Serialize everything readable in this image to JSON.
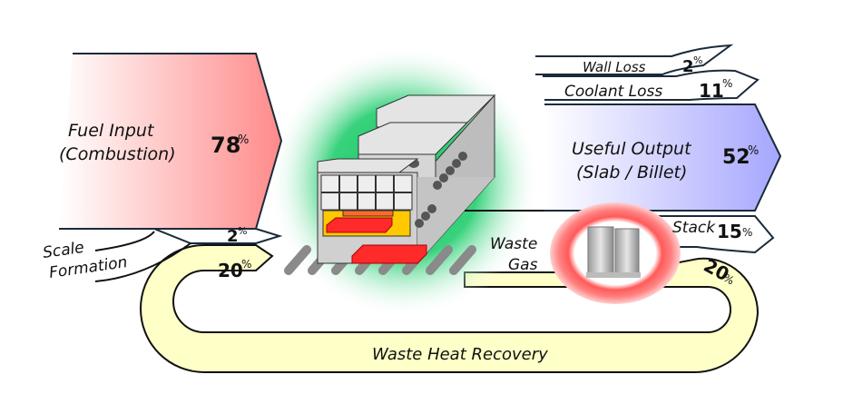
{
  "diagram": {
    "type": "energy-flow",
    "inputs": [
      {
        "id": "fuel",
        "label_line1": "Fuel Input",
        "label_line2": "Combustion",
        "value": "78",
        "unit": "%",
        "color_from": "#ffffff",
        "color_to": "#ff8a8a"
      },
      {
        "id": "recovery_in",
        "value": "20",
        "unit": "%"
      }
    ],
    "losses": [
      {
        "id": "scale",
        "label_line1": "Scale",
        "label_line2": "Formation",
        "value": "2",
        "unit": "%"
      },
      {
        "id": "wall",
        "label": "Wall Loss",
        "value": "2",
        "unit": "%"
      },
      {
        "id": "coolant",
        "label": "Coolant Loss",
        "value": "11",
        "unit": "%"
      },
      {
        "id": "stack",
        "label": "Stack",
        "value": "15",
        "unit": "%"
      }
    ],
    "output": {
      "label_line1": "Useful Output",
      "label_line2": "Slab / Billet",
      "value": "52",
      "unit": "%",
      "color_from": "#ffffff",
      "color_to": "#a6a6ff"
    },
    "waste_gas": {
      "label_line1": "Waste",
      "label_line2": "Gas"
    },
    "recovery_loop": {
      "label": "Waste Heat Recovery",
      "value": "20",
      "unit": "%",
      "color": "#ffffc8"
    },
    "colors": {
      "glow": "#19c864",
      "ring": "#ff5a5a",
      "furnace": "#d8d8d8",
      "slab": "#ff2a2a",
      "flame": "#ffc800"
    }
  }
}
